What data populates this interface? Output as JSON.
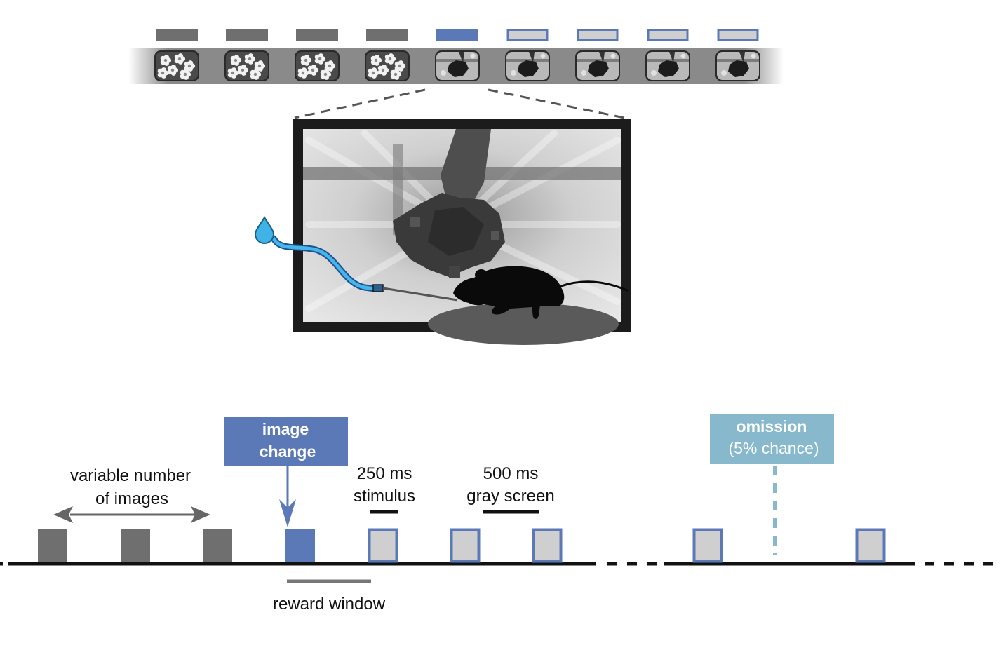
{
  "colors": {
    "gray_block": "#6f6f6f",
    "blue": "#5b79b6",
    "light_fill": "#cfcfcf",
    "teal": "#88b8cc",
    "reward_window": "#777777",
    "water": "#3fb3e6",
    "mouse": "#0a0a0a",
    "platform": "#5a5a5a"
  },
  "icons": {
    "water_drop": "water-drop-icon",
    "mouse": "mouse-silhouette-icon"
  },
  "filmstrip": {
    "frames": [
      {
        "image": "flowers",
        "marker": "gray"
      },
      {
        "image": "flowers",
        "marker": "gray"
      },
      {
        "image": "flowers",
        "marker": "gray"
      },
      {
        "image": "flowers",
        "marker": "gray"
      },
      {
        "image": "plant",
        "marker": "blue"
      },
      {
        "image": "plant",
        "marker": "outline"
      },
      {
        "image": "plant",
        "marker": "outline"
      },
      {
        "image": "plant",
        "marker": "outline"
      },
      {
        "image": "plant",
        "marker": "outline"
      }
    ]
  },
  "timeline": {
    "variable_number_label_line1": "variable number",
    "variable_number_label_line2": "of images",
    "image_change_line1": "image",
    "image_change_line2": "change",
    "stimulus_duration": "250 ms",
    "stimulus_label": "stimulus",
    "gray_duration": "500 ms",
    "gray_label": "gray screen",
    "omission_line1": "omission",
    "omission_line2": "(5% chance)",
    "reward_window_label": "reward window",
    "segment1_blocks": [
      "gray",
      "gray",
      "gray",
      "blue",
      "outline",
      "outline",
      "outline"
    ],
    "segment2_blocks": [
      "outline",
      "omission",
      "outline"
    ]
  }
}
